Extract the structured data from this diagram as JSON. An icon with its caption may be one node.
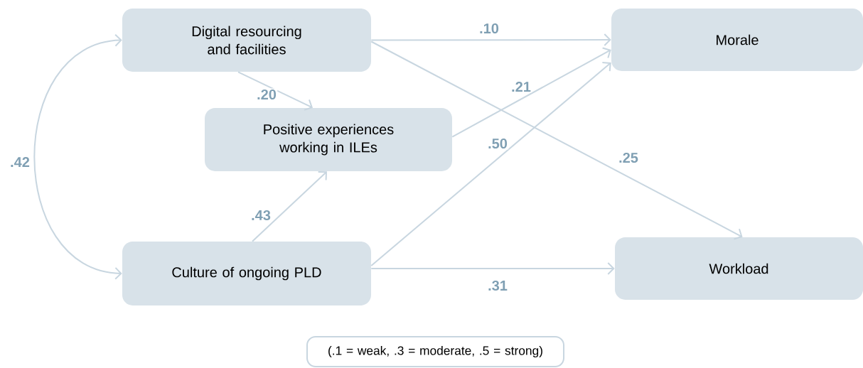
{
  "diagram": {
    "nodes": [
      {
        "text": [
          "Digital resourcing and facilities"
        ]
      },
      {
        "text": [
          "Positive experiences working in ILEs"
        ]
      },
      {
        "text": [
          "Culture of ongoing PLD"
        ]
      },
      {
        "text": [
          "Morale"
        ]
      },
      {
        "text": [
          "Workload"
        ]
      },
      {
        "text": [
          "(.1 = weak, .3 = moderate, .5 = strong)"
        ]
      }
    ],
    "edges": [
      {
        "from": 0,
        "to": 3,
        "arrow": "to",
        "label": ".10"
      },
      {
        "from": 0,
        "to": 1,
        "arrow": "to",
        "label": ".20"
      },
      {
        "from": 1,
        "to": 3,
        "arrow": "to",
        "label": ".21"
      },
      {
        "from": 2,
        "to": 3,
        "arrow": "to",
        "label": ".50"
      },
      {
        "from": 0,
        "to": 4,
        "arrow": "to",
        "label": ".25"
      },
      {
        "from": 2,
        "to": 1,
        "arrow": "to",
        "label": ".43"
      },
      {
        "from": 2,
        "to": 4,
        "arrow": "to",
        "label": ".31"
      },
      {
        "from": 0,
        "to": 2,
        "arrow": "both",
        "label": ".42"
      }
    ]
  }
}
